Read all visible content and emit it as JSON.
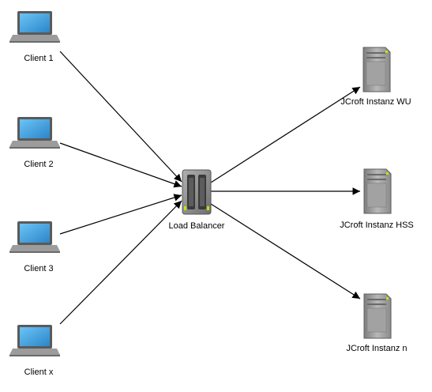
{
  "colors": {
    "edge": "#000000",
    "laptop_screen": "#3fa3e3",
    "laptop_body": "#8a8a8a",
    "server_body": "#9a9a9a",
    "lb_body": "#8c8c8c",
    "lb_led": "#c8e000"
  },
  "clients": [
    {
      "id": "client-1",
      "label": "Client 1",
      "icon": "laptop-icon"
    },
    {
      "id": "client-2",
      "label": "Client 2",
      "icon": "laptop-icon"
    },
    {
      "id": "client-3",
      "label": "Client 3",
      "icon": "laptop-icon"
    },
    {
      "id": "client-x",
      "label": "Client x",
      "icon": "laptop-icon"
    }
  ],
  "load_balancer": {
    "id": "load-balancer",
    "label": "Load Balancer",
    "icon": "load-balancer-icon"
  },
  "instances": [
    {
      "id": "instance-wu",
      "label": "JCroft Instanz WU",
      "icon": "server-tower-icon"
    },
    {
      "id": "instance-hss",
      "label": "JCroft Instanz HSS",
      "icon": "server-tower-icon"
    },
    {
      "id": "instance-n",
      "label": "JCroft Instanz n",
      "icon": "server-tower-icon"
    }
  ],
  "edges": [
    {
      "from": "client-1",
      "to": "load-balancer"
    },
    {
      "from": "client-2",
      "to": "load-balancer"
    },
    {
      "from": "client-3",
      "to": "load-balancer"
    },
    {
      "from": "client-x",
      "to": "load-balancer"
    },
    {
      "from": "load-balancer",
      "to": "instance-wu"
    },
    {
      "from": "load-balancer",
      "to": "instance-hss"
    },
    {
      "from": "load-balancer",
      "to": "instance-n"
    }
  ]
}
